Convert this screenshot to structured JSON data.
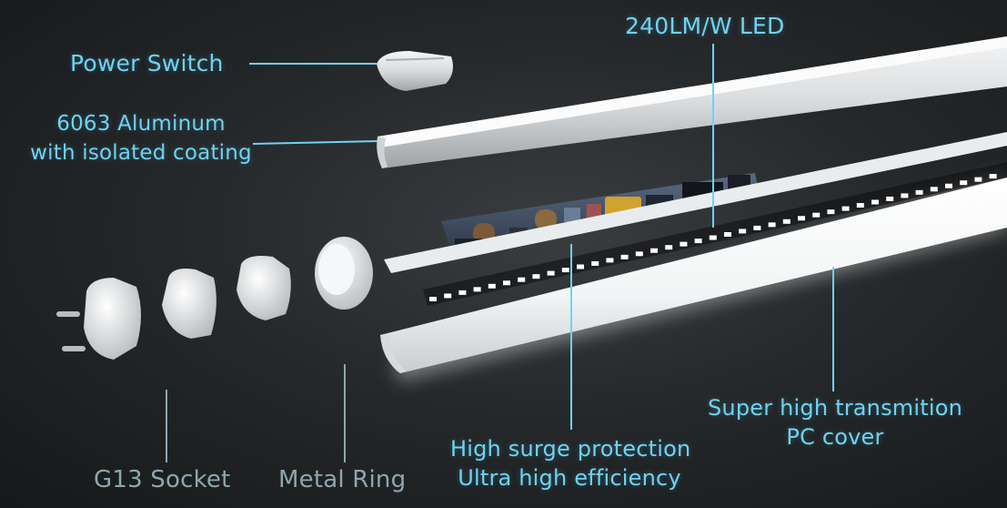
{
  "labels": {
    "led": "240LM/W LED",
    "power_switch": "Power Switch",
    "aluminum_line1": "6063 Aluminum",
    "aluminum_line2": "with isolated coating",
    "pc_cover_line1": "Super high transmition",
    "pc_cover_line2": "PC cover",
    "driver_line1": "High surge protection",
    "driver_line2": "Ultra high efficiency",
    "socket": "G13 Socket",
    "ring": "Metal Ring"
  },
  "colors": {
    "callout": "#6fd3f0",
    "muted_label": "#8fa6ae",
    "background": "#222426"
  }
}
